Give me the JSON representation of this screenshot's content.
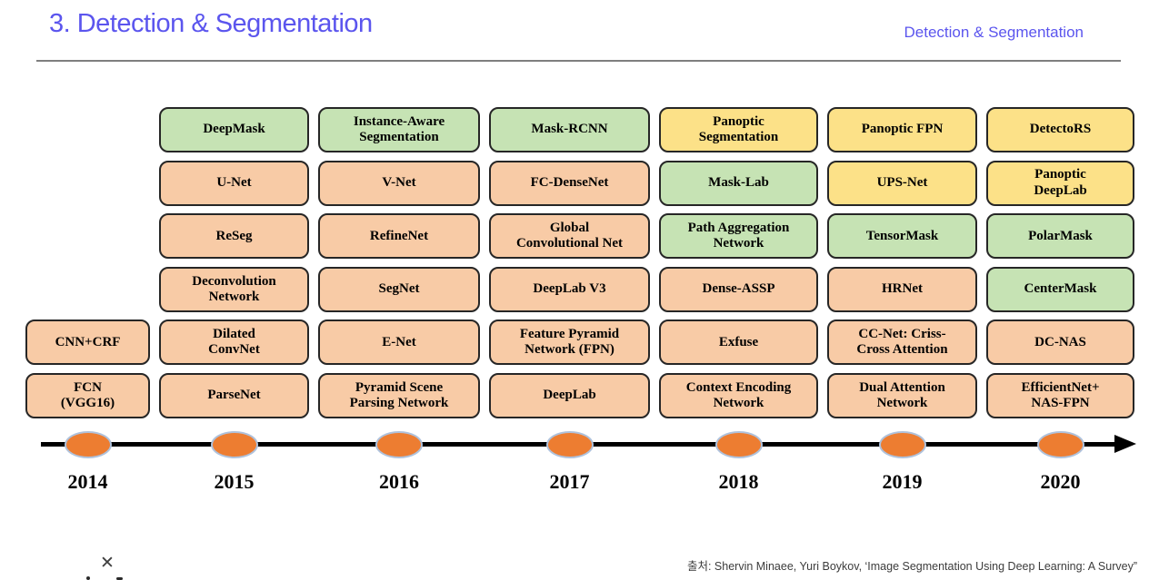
{
  "header": {
    "title": "3. Detection & Segmentation",
    "corner_label": "Detection & Segmentation"
  },
  "palette": {
    "accent": "#5b55ee",
    "box_border": "#262626",
    "green": "#C6E3B4",
    "orange": "#F8CBA6",
    "yellow": "#FCE188",
    "node_fill": "#ED7D31",
    "node_stroke": "#AFC2DC",
    "axis_color": "#000000"
  },
  "timeline": {
    "columns": [
      {
        "year": "2014",
        "boxes": [
          {
            "row": 4,
            "label": "CNN+CRF",
            "color": "orange"
          },
          {
            "row": 5,
            "label": "FCN\n(VGG16)",
            "color": "orange"
          }
        ]
      },
      {
        "year": "2015",
        "boxes": [
          {
            "row": 0,
            "label": "DeepMask",
            "color": "green"
          },
          {
            "row": 1,
            "label": "U-Net",
            "color": "orange"
          },
          {
            "row": 2,
            "label": "ReSeg",
            "color": "orange"
          },
          {
            "row": 3,
            "label": "Deconvolution\nNetwork",
            "color": "orange"
          },
          {
            "row": 4,
            "label": "Dilated\nConvNet",
            "color": "orange"
          },
          {
            "row": 5,
            "label": "ParseNet",
            "color": "orange"
          }
        ]
      },
      {
        "year": "2016",
        "boxes": [
          {
            "row": 0,
            "label": "Instance-Aware\nSegmentation",
            "color": "green"
          },
          {
            "row": 1,
            "label": "V-Net",
            "color": "orange"
          },
          {
            "row": 2,
            "label": "RefineNet",
            "color": "orange"
          },
          {
            "row": 3,
            "label": "SegNet",
            "color": "orange"
          },
          {
            "row": 4,
            "label": "E-Net",
            "color": "orange"
          },
          {
            "row": 5,
            "label": "Pyramid Scene\nParsing Network",
            "color": "orange"
          }
        ]
      },
      {
        "year": "2017",
        "boxes": [
          {
            "row": 0,
            "label": "Mask-RCNN",
            "color": "green"
          },
          {
            "row": 1,
            "label": "FC-DenseNet",
            "color": "orange"
          },
          {
            "row": 2,
            "label": "Global\nConvolutional Net",
            "color": "orange"
          },
          {
            "row": 3,
            "label": "DeepLab V3",
            "color": "orange"
          },
          {
            "row": 4,
            "label": "Feature Pyramid\nNetwork (FPN)",
            "color": "orange"
          },
          {
            "row": 5,
            "label": "DeepLab",
            "color": "orange"
          }
        ]
      },
      {
        "year": "2018",
        "boxes": [
          {
            "row": 0,
            "label": "Panoptic\nSegmentation",
            "color": "yellow"
          },
          {
            "row": 1,
            "label": "Mask-Lab",
            "color": "green"
          },
          {
            "row": 2,
            "label": "Path Aggregation\nNetwork",
            "color": "green"
          },
          {
            "row": 3,
            "label": "Dense-ASSP",
            "color": "orange"
          },
          {
            "row": 4,
            "label": "Exfuse",
            "color": "orange"
          },
          {
            "row": 5,
            "label": "Context Encoding\nNetwork",
            "color": "orange"
          }
        ]
      },
      {
        "year": "2019",
        "boxes": [
          {
            "row": 0,
            "label": "Panoptic FPN",
            "color": "yellow"
          },
          {
            "row": 1,
            "label": "UPS-Net",
            "color": "yellow"
          },
          {
            "row": 2,
            "label": "TensorMask",
            "color": "green"
          },
          {
            "row": 3,
            "label": "HRNet",
            "color": "orange"
          },
          {
            "row": 4,
            "label": "CC-Net: Criss-\nCross Attention",
            "color": "orange"
          },
          {
            "row": 5,
            "label": "Dual Attention\nNetwork",
            "color": "orange"
          }
        ]
      },
      {
        "year": "2020",
        "boxes": [
          {
            "row": 0,
            "label": "DetectoRS",
            "color": "yellow"
          },
          {
            "row": 1,
            "label": "Panoptic\nDeepLab",
            "color": "yellow"
          },
          {
            "row": 2,
            "label": "PolarMask",
            "color": "green"
          },
          {
            "row": 3,
            "label": "CenterMask",
            "color": "green"
          },
          {
            "row": 4,
            "label": "DC-NAS",
            "color": "orange"
          },
          {
            "row": 5,
            "label": "EfficientNet+\nNAS-FPN",
            "color": "orange"
          }
        ]
      }
    ]
  },
  "footer": {
    "x_mark": "✕",
    "citation": "출처: Shervin Minaee, Yuri Boykov, ‘Image Segmentation Using Deep Learning: A Survey”"
  }
}
